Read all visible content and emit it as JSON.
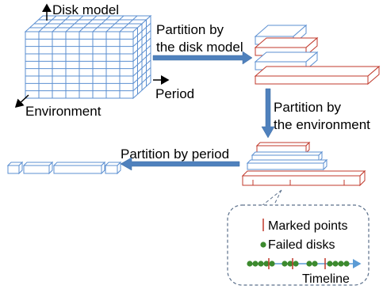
{
  "labels": {
    "disk_model": "Disk model",
    "period": "Period",
    "environment": "Environment",
    "partition_disk_model_line1": "Partition by",
    "partition_disk_model_line2": "the disk model",
    "partition_environment_line1": "Partition by",
    "partition_environment_line2": "the environment",
    "partition_period": "Partition by period"
  },
  "legend": {
    "marked_points": "Marked points",
    "failed_disks": "Failed disks",
    "timeline": "Timeline"
  },
  "colors": {
    "cube_stroke": "#5b8fd1",
    "red_stroke": "#c0392b",
    "arrow_fill": "#4f81bd",
    "dot_fill": "#3c8a2e",
    "timeline": "#5b9bd5"
  }
}
